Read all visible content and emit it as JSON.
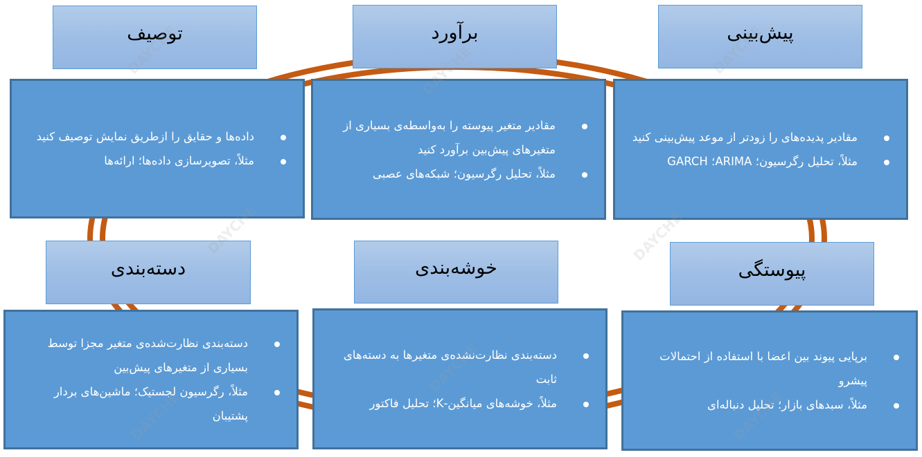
{
  "diagram": {
    "colors": {
      "ring": "#c55a11",
      "title_fill_top": "#b2cbe9",
      "title_fill_bottom": "#93b6e2",
      "title_border": "#5b9bd5",
      "content_fill": "#5b9ad5",
      "content_border": "#41719c",
      "content_text": "#ffffff"
    },
    "nodes": [
      {
        "title": "توصیف",
        "bullets": [
          "داده‌ها و حقایق را ازطریق نمایش توصیف کنید",
          "مثلاً، تصویرسازی داده‌ها؛ ارائه‌ها"
        ]
      },
      {
        "title": "برآورد",
        "bullets": [
          "مقادیر متغیر پیوسته را به‌واسطه‌ی بسیاری از متغیرهای پیش‌بین برآورد کنید",
          "مثلاً، تحلیل رگرسیون؛ شبکه‌های عصبی"
        ]
      },
      {
        "title": "پیش‌بینی",
        "bullets": [
          "مقادیر پدیده‌های را زودتر از موعد پیش‌بینی کنید",
          "مثلاً، تحلیل رگرسیون؛ ARIMA؛ GARCH"
        ]
      },
      {
        "title": "دسته‌بندی",
        "bullets": [
          "دسته‌بندی نظارت‌شده‌ی متغیر مجزا توسط بسیاری از متغیرهای پیش‌بین",
          "مثلاً، رگرسیون لجستیک؛ ماشین‌های بردار پشتیبان"
        ]
      },
      {
        "title": "خوشه‌بندی",
        "bullets": [
          "دسته‌بندی نظارت‌نشده‌ی متغیرها به دسته‌های ثابت",
          "مثلاً، خوشه‌های میانگین-K؛ تحلیل فاکتور"
        ]
      },
      {
        "title": "پیوستگی",
        "bullets": [
          "برپایی پیوند بین اعضا با استفاده از احتمالات پیشرو",
          "مثلاً، سبدهای بازار؛ تحلیل دنباله‌ای"
        ]
      }
    ],
    "watermark": "DAYCHE"
  }
}
